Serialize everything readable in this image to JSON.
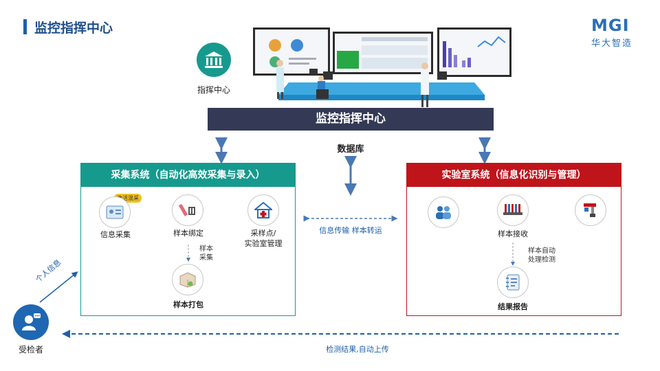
{
  "page": {
    "title": "监控指挥中心"
  },
  "logo": {
    "main": "MGI",
    "sub": "华大智造"
  },
  "hq": {
    "label": "指挥中心",
    "icon": "bank-building-icon"
  },
  "monitor": {
    "label": "监控指挥中心",
    "db_label": "数据库"
  },
  "collection": {
    "header": "采集系统（自动化高效采集与录入）",
    "badge": "激活混采",
    "nodes": [
      {
        "label": "信息采集",
        "icon": "id-card-icon"
      },
      {
        "label": "样本绑定",
        "icon": "barcode-tube-icon"
      },
      {
        "label": "采样点/",
        "label2": "实验室管理",
        "icon": "clinic-house-icon"
      },
      {
        "label": "样本打包",
        "icon": "package-box-icon"
      }
    ],
    "step_note": [
      "样本",
      "采集"
    ]
  },
  "lab": {
    "header": "实验室系统（信息化识别与管理）",
    "nodes": [
      {
        "label": "",
        "icon": "people-icon"
      },
      {
        "label": "样本接收",
        "icon": "tube-rack-icon"
      },
      {
        "label": "",
        "icon": "robot-arm-icon"
      },
      {
        "label": "结果报告",
        "icon": "report-notebook-icon"
      }
    ],
    "step_note": [
      "样本自动",
      "处理检测"
    ]
  },
  "transfer": {
    "label": "信息传输  样本转运"
  },
  "patient": {
    "label": "受检者",
    "icon": "user-chat-icon",
    "personal_info": "个人信息"
  },
  "feedback": {
    "label": "检测结果,自动上传"
  },
  "colors": {
    "teal": "#169a8e",
    "red": "#c0141b",
    "navy": "#343a55",
    "blue": "#1f5fa8"
  }
}
